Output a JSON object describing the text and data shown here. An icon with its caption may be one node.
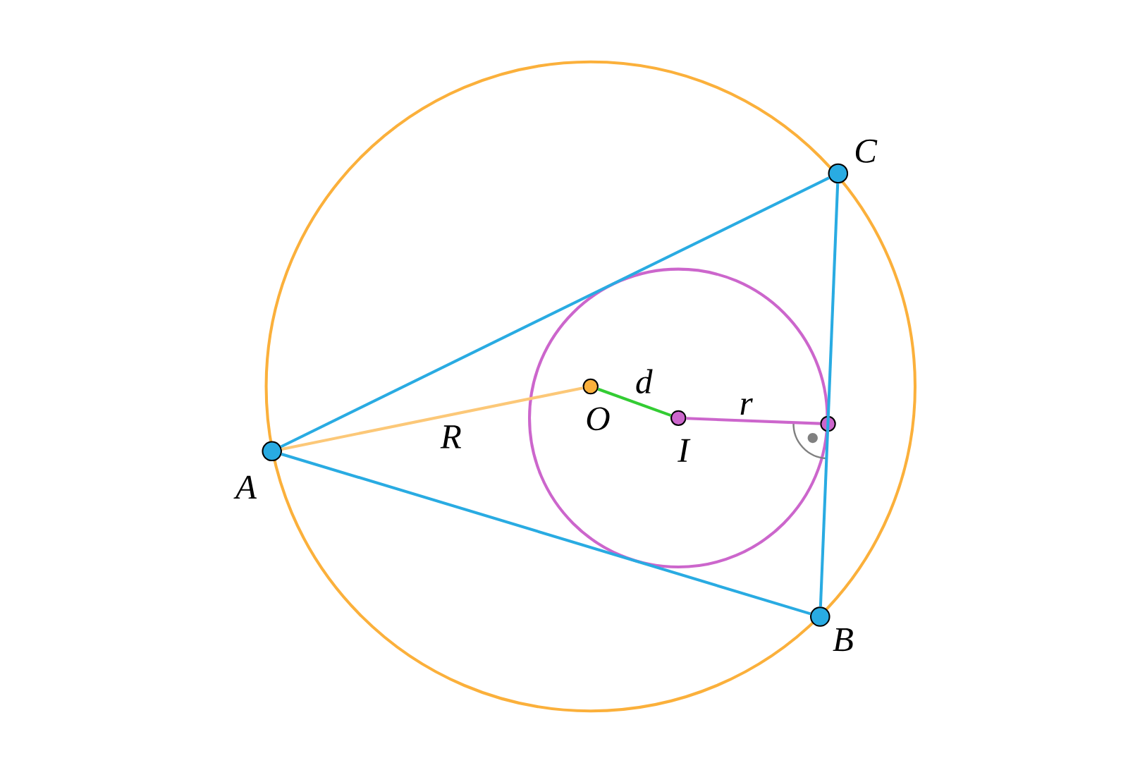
{
  "diagram": {
    "nodes": [
      {
        "text": [],
        "shape": "circle",
        "beside": [
          "A"
        ]
      },
      {
        "text": [],
        "shape": "circle",
        "beside": [
          "B"
        ]
      },
      {
        "text": [],
        "shape": "circle",
        "beside": [
          "C"
        ]
      },
      {
        "text": [],
        "shape": "circle",
        "beside": [
          "O"
        ]
      },
      {
        "text": [],
        "shape": "circle",
        "beside": [
          "I"
        ]
      },
      {
        "text": [],
        "shape": "circle"
      }
    ],
    "edges": [
      {
        "from": 0,
        "to": 2,
        "arrow": "none"
      },
      {
        "from": 2,
        "to": 1,
        "arrow": "none"
      },
      {
        "from": 0,
        "to": 1,
        "arrow": "none"
      },
      {
        "from": 0,
        "to": 3,
        "arrow": "none",
        "label": "R",
        "color": "#fcc878"
      },
      {
        "from": 3,
        "to": 4,
        "arrow": "none",
        "label": "d",
        "color": "#33cc33"
      },
      {
        "from": 4,
        "to": 5,
        "arrow": "none",
        "label": "r",
        "color": "#cc66cc"
      }
    ]
  }
}
